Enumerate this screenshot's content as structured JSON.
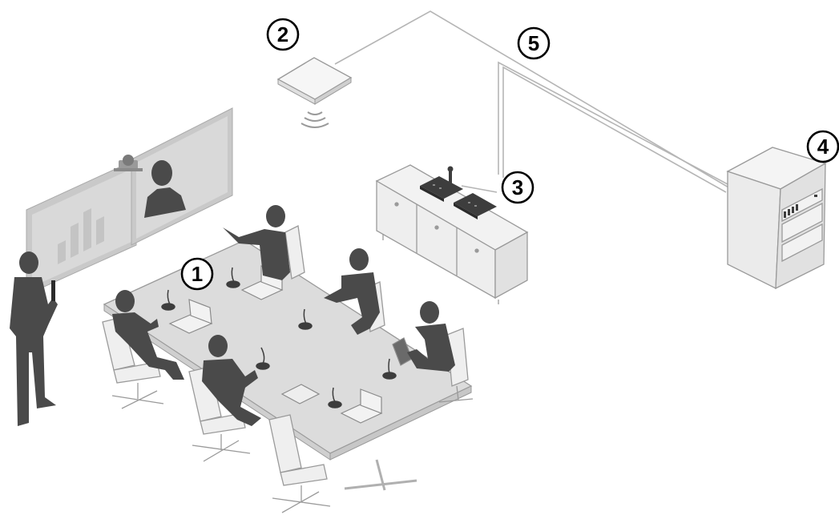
{
  "callouts": {
    "c1": "1",
    "c2": "2",
    "c3": "3",
    "c4": "4",
    "c5": "5"
  },
  "colors": {
    "silhouette": "#4a4a4a",
    "silhouette_dark": "#3d3d3d",
    "furniture_fill": "#e6e6e6",
    "furniture_line": "#9a9a9a",
    "table_top": "#d9d9d9",
    "cable": "#b5b5b5",
    "screen_frame": "#c9c9c9",
    "screen_fill": "#d7d7d7",
    "callout_stroke": "#000000"
  },
  "icons": {
    "access_point": "wireless-access-point-icon",
    "wifi": "wifi-signal-icon",
    "rack": "equipment-rack-icon",
    "console": "control-console-icon",
    "camera": "ptz-camera-icon"
  }
}
